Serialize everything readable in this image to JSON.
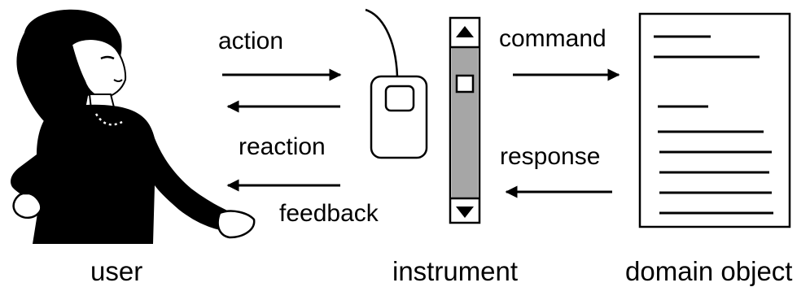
{
  "labels": {
    "action": "action",
    "reaction": "reaction",
    "feedback": "feedback",
    "command": "command",
    "response": "response"
  },
  "captions": {
    "user": "user",
    "instrument": "instrument",
    "domain_object": "domain object"
  },
  "colors": {
    "ink": "#000000",
    "paper": "#ffffff",
    "scrollbar_track": "#a6a6a6"
  },
  "icons": {
    "user": "person-silhouette-icon",
    "mouse": "mouse-icon",
    "scrollbar": "scrollbar-icon",
    "document": "document-icon"
  }
}
